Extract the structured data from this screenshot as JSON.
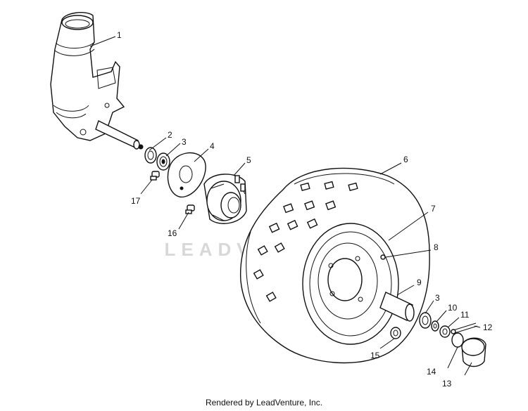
{
  "watermark": "LEADVENTURE",
  "footer": "Rendered by LeadVenture, Inc.",
  "callouts": [
    "1",
    "2",
    "3",
    "4",
    "5",
    "6",
    "7",
    "8",
    "9",
    "3",
    "10",
    "11",
    "12",
    "13",
    "14",
    "15",
    "16",
    "17"
  ]
}
